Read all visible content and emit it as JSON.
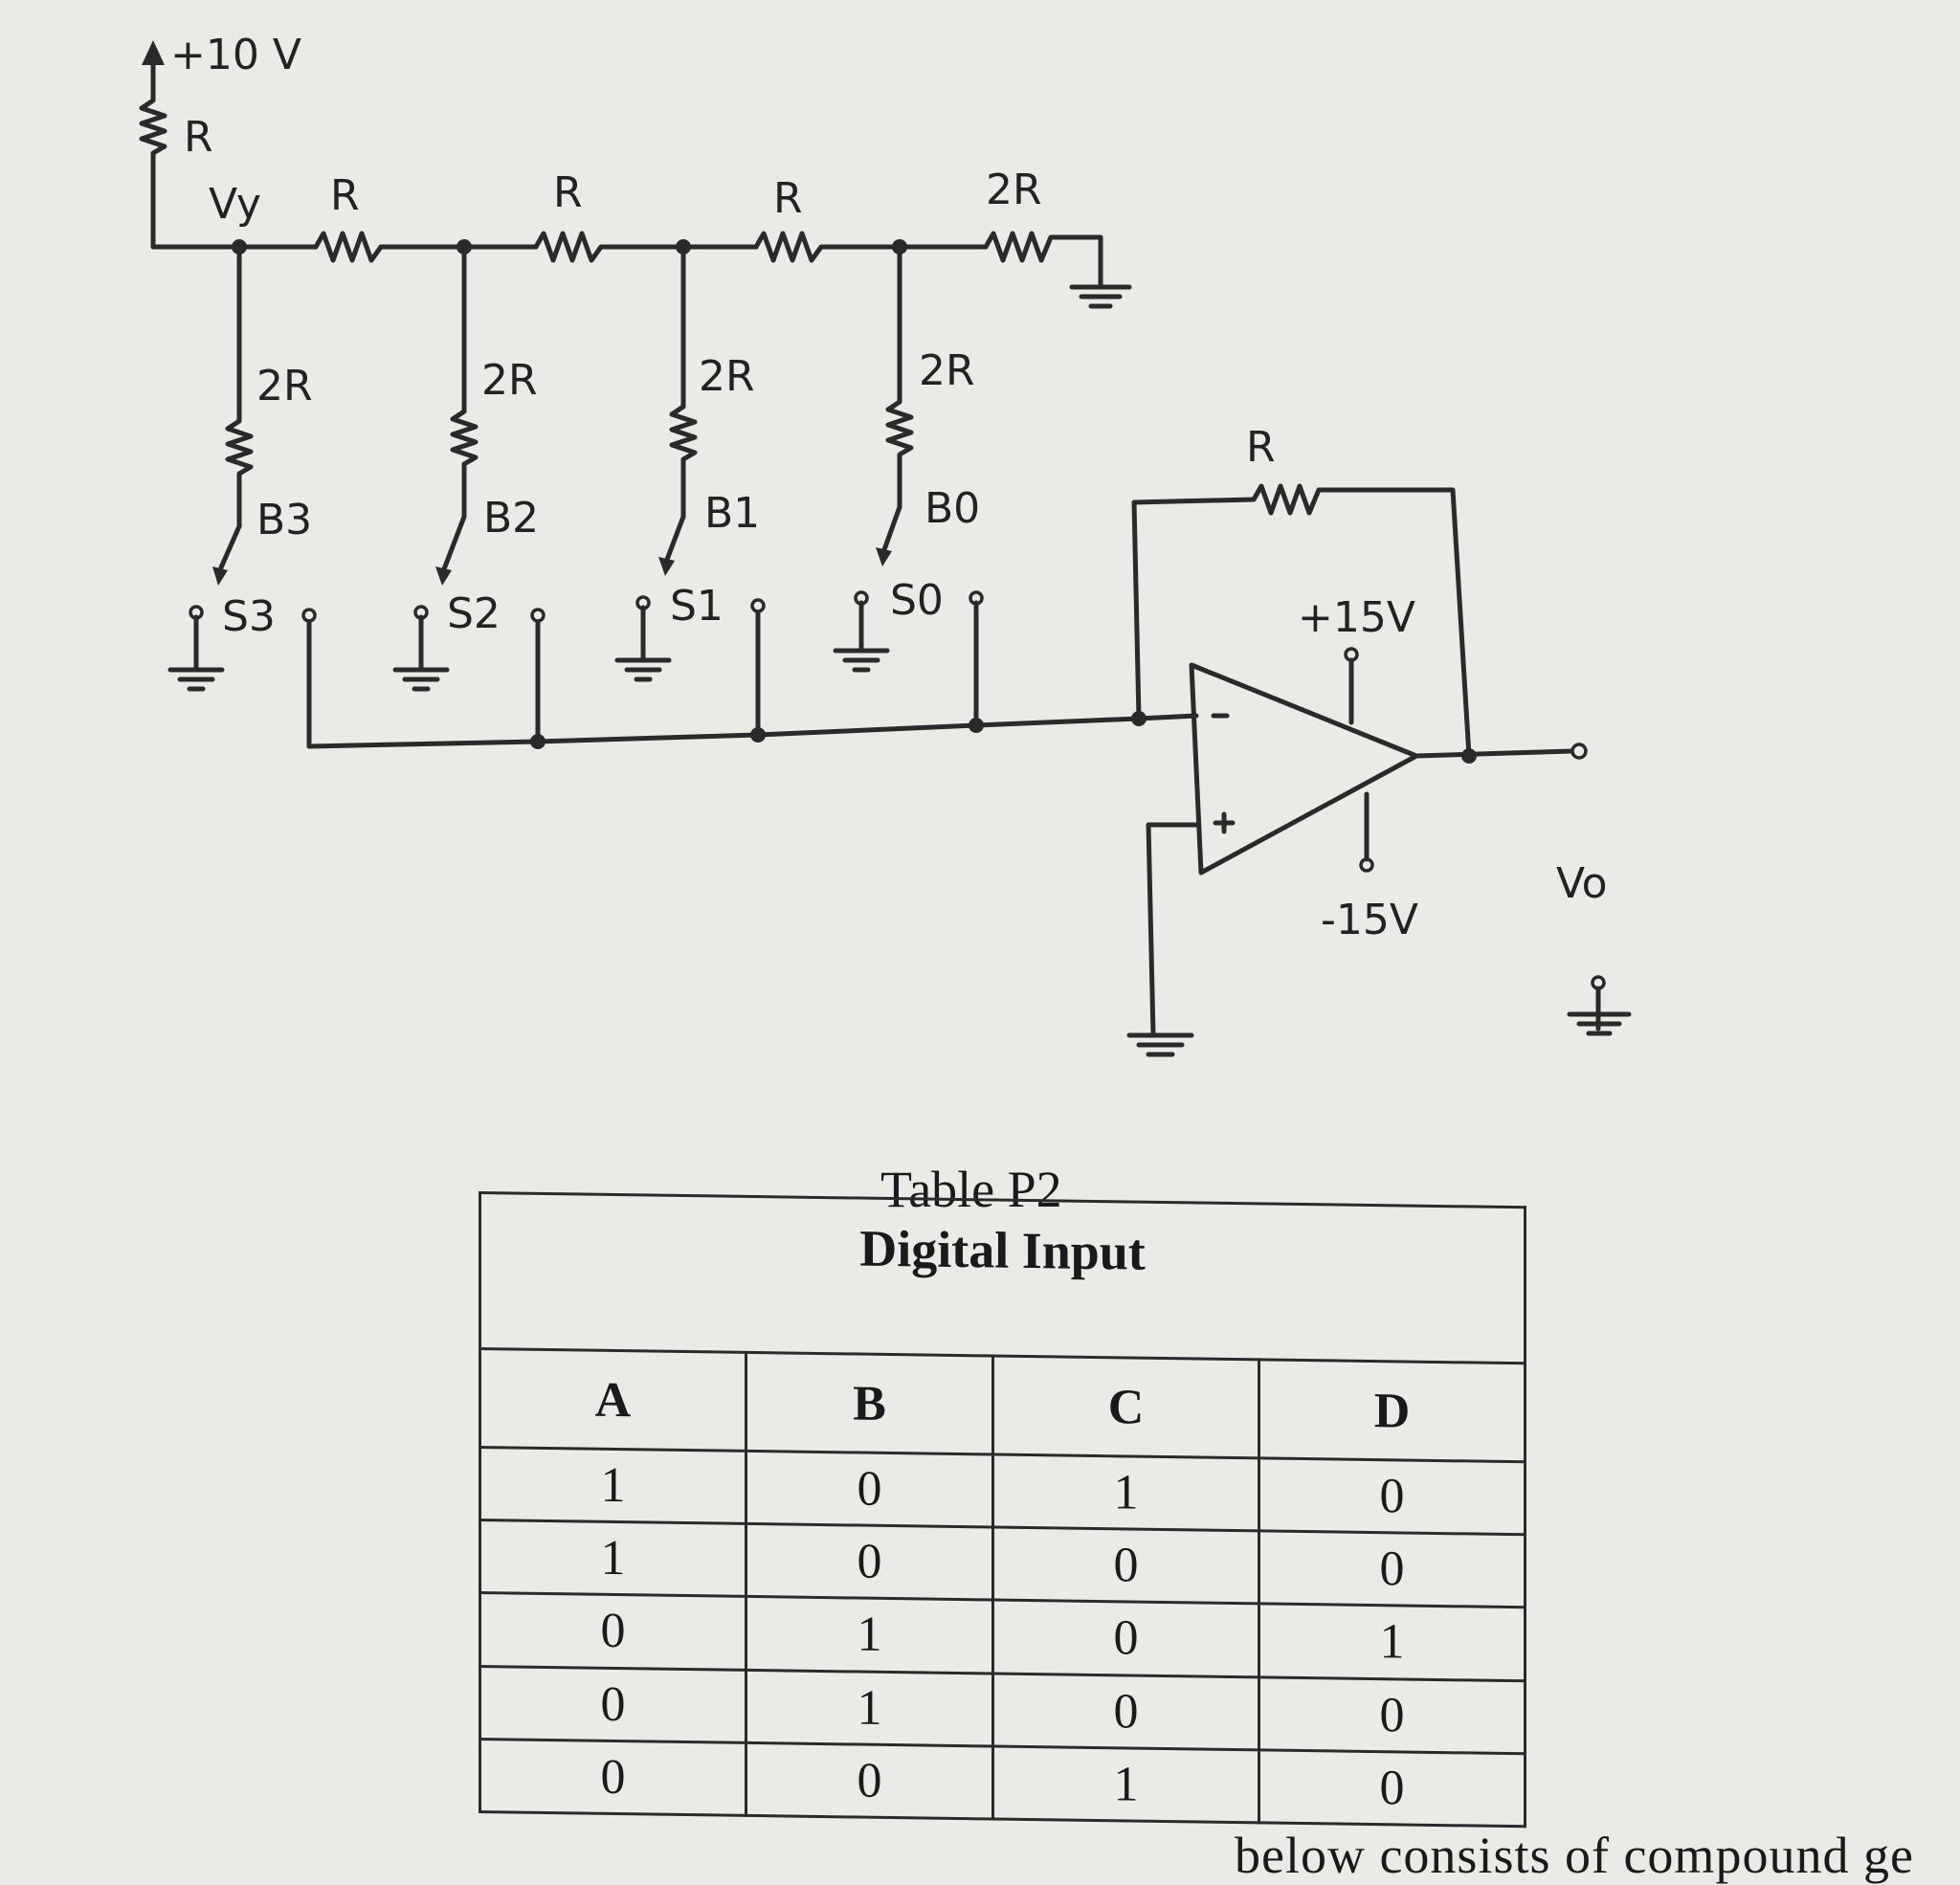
{
  "circuit": {
    "supply_label": "+10 V",
    "top_resistor_label": "R",
    "node_label": "Vy",
    "series_resistors": [
      "R",
      "R",
      "R",
      "2R"
    ],
    "branches": [
      {
        "resistor": "2R",
        "bit": "B3",
        "switch": "S3"
      },
      {
        "resistor": "2R",
        "bit": "B2",
        "switch": "S2"
      },
      {
        "resistor": "2R",
        "bit": "B1",
        "switch": "S1"
      },
      {
        "resistor": "2R",
        "bit": "B0",
        "switch": "S0"
      }
    ],
    "feedback_resistor": "R",
    "opamp": {
      "inverting": "-",
      "noninverting": "+",
      "vpos": "+15V",
      "vneg": "-15V"
    },
    "output_label": "Vo"
  },
  "table": {
    "title": "Table P2",
    "group_header": "Digital Input",
    "columns": [
      "A",
      "B",
      "C",
      "D"
    ],
    "rows": [
      [
        "1",
        "0",
        "1",
        "0"
      ],
      [
        "1",
        "0",
        "0",
        "0"
      ],
      [
        "0",
        "1",
        "0",
        "1"
      ],
      [
        "0",
        "1",
        "0",
        "0"
      ],
      [
        "0",
        "0",
        "1",
        "0"
      ]
    ]
  },
  "footer_text": "below consists of compound ge",
  "colors": {
    "paper": "#ebeae6",
    "ink": "#2a2a2a"
  }
}
